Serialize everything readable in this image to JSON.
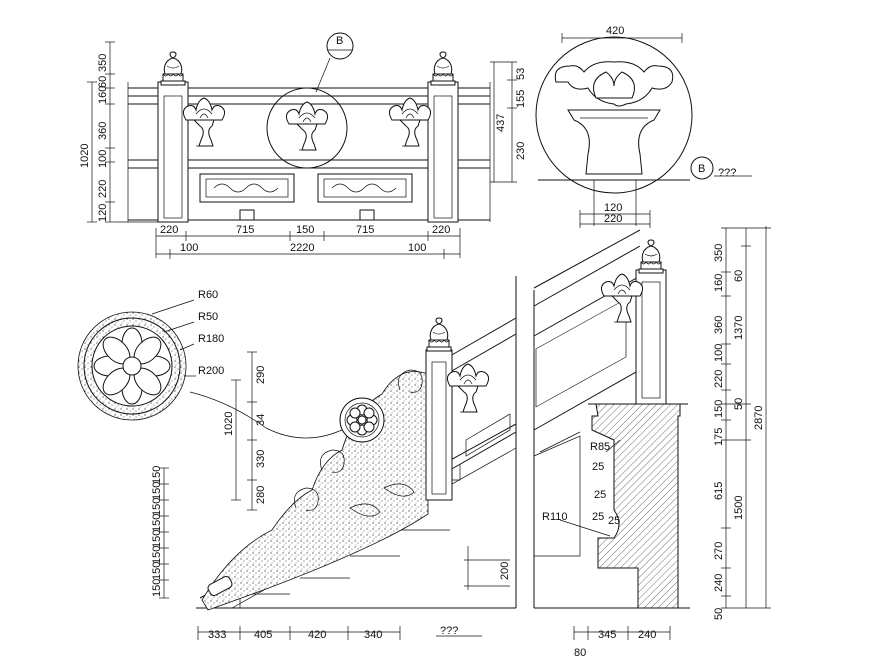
{
  "callout_b_top": "B",
  "callout_b_detail": "B",
  "detail_caption": "???",
  "stair_caption": "???",
  "elev_top": {
    "left_dims": [
      "350",
      "60",
      "160",
      "360",
      "100",
      "220",
      "120"
    ],
    "left_total": "1020",
    "right_dims": [
      "53",
      "155",
      "230"
    ],
    "right_total": "437",
    "bottom_row1": [
      "220",
      "715",
      "150",
      "715",
      "220"
    ],
    "bottom_row2": [
      "100",
      "2220",
      "100"
    ]
  },
  "detail_b": {
    "top_width": "420",
    "bottom_dims": [
      "120",
      "220"
    ]
  },
  "rosette": {
    "labels": [
      "R60",
      "R50",
      "R180",
      "R200"
    ]
  },
  "stair": {
    "vert_dims": [
      "290",
      "34",
      "330",
      "280"
    ],
    "vert_total": "1020",
    "left_steps": [
      "150",
      "150",
      "150",
      "150",
      "150",
      "150",
      "150",
      "150"
    ],
    "bottom_dims": [
      "333",
      "405",
      "420",
      "340"
    ],
    "riser_dim": "200"
  },
  "section": {
    "radius_labels": [
      "R85",
      "R110"
    ],
    "small_dims": [
      "25",
      "25",
      "25",
      "25"
    ],
    "right_dims": [
      "350",
      "160",
      "360",
      "100",
      "220",
      "150",
      "175",
      "615",
      "270",
      "240",
      "50"
    ],
    "right_dims2": [
      "60",
      "1370",
      "50",
      "1500"
    ],
    "total": "2870",
    "bottom_dims": [
      "80",
      "345",
      "240"
    ]
  }
}
